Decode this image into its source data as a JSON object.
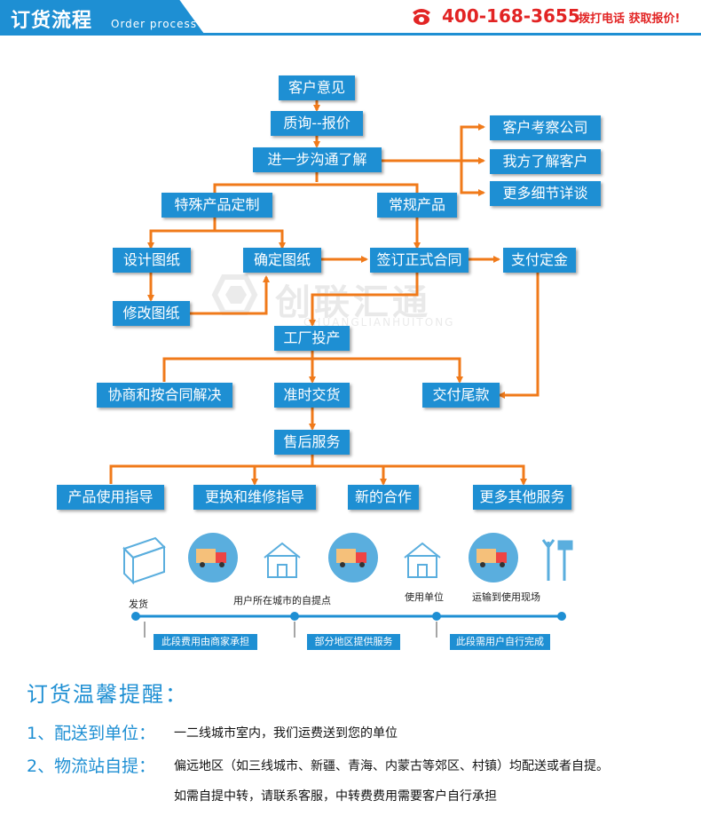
{
  "header": {
    "title": "订货流程",
    "subtitle": "Order process",
    "phone": "400-168-3655",
    "cta": "拨打电话  获取报价!"
  },
  "flow": {
    "customer_opinion": "客户意见",
    "inquiry_quote": "质询--报价",
    "further_communication": "进一步沟通了解",
    "customer_visit_company": "客户考察公司",
    "we_understand_customer": "我方了解客户",
    "more_details": "更多细节详谈",
    "special_custom": "特殊产品定制",
    "regular_product": "常规产品",
    "design_drawing": "设计图纸",
    "confirm_drawing": "确定图纸",
    "sign_contract": "签订正式合同",
    "pay_deposit": "支付定金",
    "modify_drawing": "修改图纸",
    "factory_production": "工厂投产",
    "negotiate_resolve": "协商和按合同解决",
    "on_time_delivery": "准时交货",
    "pay_balance": "交付尾款",
    "after_sales": "售后服务",
    "usage_guide": "产品使用指导",
    "replace_repair": "更换和维修指导",
    "new_cooperation": "新的合作",
    "more_services": "更多其他服务"
  },
  "watermark": {
    "cn": "创联汇通",
    "en": "CHUANGLIANHUITONG"
  },
  "timeline": {
    "labels": {
      "ship": "发货",
      "pickup_point": "用户所在城市的自提点",
      "user_unit": "使用单位",
      "to_site": "运输到使用现场"
    },
    "tags": {
      "merchant_pays": "此段费用由商家承担",
      "partial_region": "部分地区提供服务",
      "user_pays": "此段需用户自行完成"
    },
    "icons": [
      "box-icon",
      "truck-icon",
      "house-icon",
      "truck-icon",
      "house-icon",
      "truck-icon",
      "tools-icon"
    ]
  },
  "notes": {
    "title": "订货温馨提醒：",
    "item1_label": "1、配送到单位：",
    "item1_text": "一二线城市室内，我们运费送到您的单位",
    "item2_label": "2、物流站自提：",
    "item2_text": "偏远地区（如三线城市、新疆、青海、内蒙古等郊区、村镇）均配送或者自提。",
    "item2_text2": "如需自提中转，请联系客服，中转费费用需要客户自行承担"
  },
  "colors": {
    "accent_blue": "#1e8fd3",
    "arrow_orange": "#f07a1a",
    "phone_red": "#e22424"
  }
}
